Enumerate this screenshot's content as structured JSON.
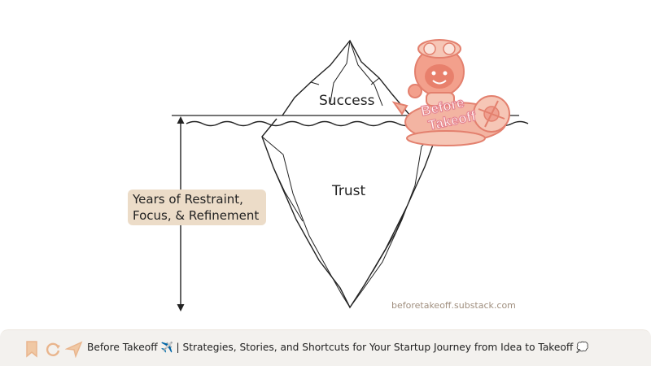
{
  "iceberg": {
    "tip_label": "Success",
    "body_label": "Trust"
  },
  "measure": {
    "line1": "Years of Restraint,",
    "line2": "Focus, & Refinement"
  },
  "mascot": {
    "line1": "Before",
    "line2": "Takeoff"
  },
  "watermark": "beforetakeoff.substack.com",
  "footer": {
    "text": "Before Takeoff ✈️ | Strategies, Stories, and Shortcuts for Your Startup Journey from Idea to Takeoff 💭",
    "icons": [
      "bookmark-icon",
      "refresh-icon",
      "send-icon"
    ]
  },
  "colors": {
    "label_box": "#ecdcc8",
    "mascot": "#f0a090",
    "footer_bg": "#f3f1ee",
    "icon": "#e9b58d"
  }
}
